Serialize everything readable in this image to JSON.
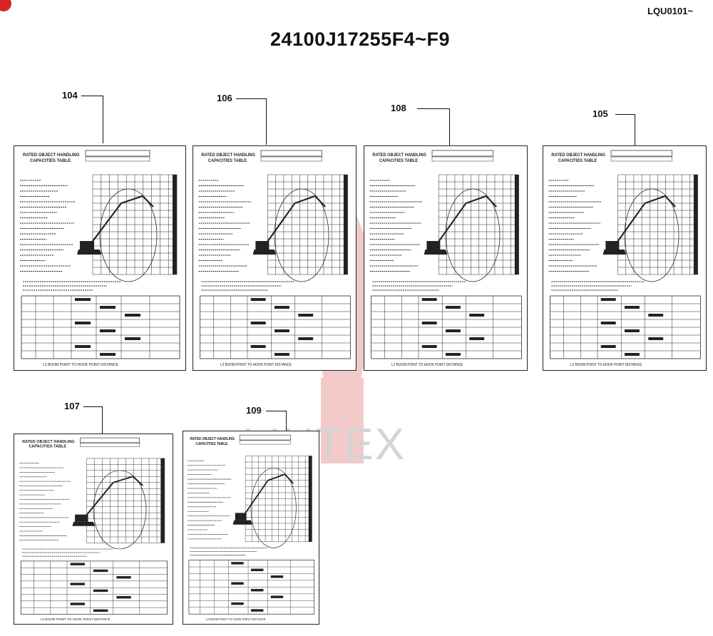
{
  "header": {
    "page_code": "LQU0101~",
    "title": "24100J17255F4~F9"
  },
  "watermark": {
    "text": "LIHTEX"
  },
  "sheet_labels": {
    "title_line1": "RATED OBJECT HANDLING",
    "title_line2": "CAPACITIES TABLE",
    "footer": "L2 BOOM POINT TO HOOK POINT DISTANCE"
  },
  "callouts": [
    {
      "id": "104",
      "label": "104"
    },
    {
      "id": "106",
      "label": "106"
    },
    {
      "id": "108",
      "label": "108"
    },
    {
      "id": "105",
      "label": "105"
    },
    {
      "id": "107",
      "label": "107"
    },
    {
      "id": "109",
      "label": "109"
    }
  ],
  "colors": {
    "brand_red": "#d8232a",
    "watermark": "#f2c9c9"
  }
}
